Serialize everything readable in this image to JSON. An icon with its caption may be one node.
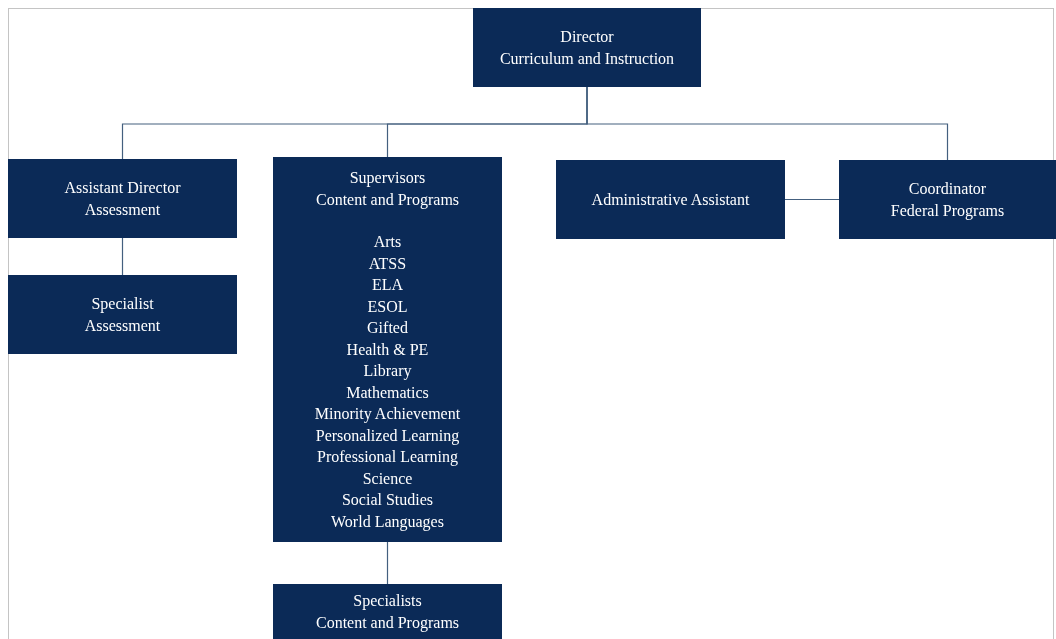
{
  "diagram": {
    "nodes": [
      {
        "text": [
          "Director",
          "Curriculum and Instruction"
        ]
      },
      {
        "text": [
          "Assistant Director",
          "Assessment"
        ]
      },
      {
        "text": [
          "Specialist",
          "Assessment"
        ]
      },
      {
        "text": [
          "Supervisors",
          "Content and Programs",
          "Arts",
          "ATSS",
          "ELA",
          "ESOL",
          "Gifted",
          "Health & PE",
          "Library",
          "Mathematics",
          "Minority Achievement",
          "Personalized Learning",
          "Professional Learning",
          "Science",
          "Social Studies",
          "World Languages"
        ]
      },
      {
        "text": [
          "Administrative Assistant"
        ]
      },
      {
        "text": [
          "Coordinator",
          "Federal Programs"
        ]
      },
      {
        "text": [
          "Specialists",
          "Content and Programs"
        ]
      }
    ],
    "edges": [
      {
        "from": 0,
        "to": 1,
        "arrow": "none"
      },
      {
        "from": 0,
        "to": 3,
        "arrow": "none"
      },
      {
        "from": 0,
        "to": 5,
        "arrow": "none"
      },
      {
        "from": 1,
        "to": 2,
        "arrow": "none"
      },
      {
        "from": 3,
        "to": 6,
        "arrow": "none"
      },
      {
        "from": 4,
        "to": 5,
        "arrow": "none"
      }
    ]
  }
}
